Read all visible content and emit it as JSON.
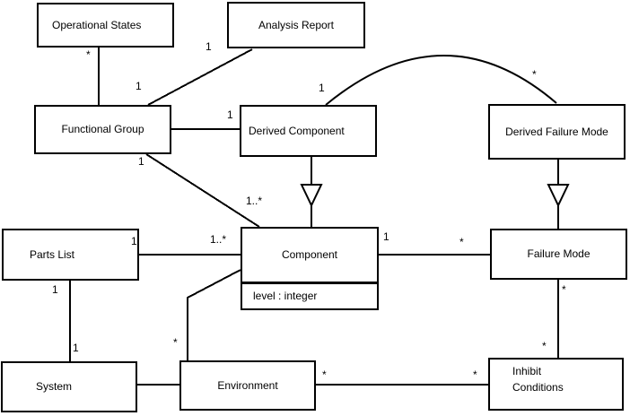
{
  "diagram": {
    "background": "#ffffff",
    "line_color": "#000000",
    "text_color": "#000000",
    "nodes": {
      "operational_states": {
        "label": "Operational States"
      },
      "analysis_report": {
        "label": "Analysis Report"
      },
      "functional_group": {
        "label": "Functional Group"
      },
      "derived_component": {
        "label": "Derived Component"
      },
      "derived_failure_mode": {
        "label": "Derived Failure Mode"
      },
      "parts_list": {
        "label": "Parts List"
      },
      "component": {
        "label": "Component",
        "attributes": [
          "level : integer"
        ]
      },
      "failure_mode": {
        "label": "Failure Mode"
      },
      "system": {
        "label": "System"
      },
      "environment": {
        "label": "Environment"
      },
      "inhibit_conditions": {
        "label": "Inhibit\nConditions"
      }
    },
    "multiplicities": {
      "os_fg__os_end": "*",
      "ar_fg__ar_end": "1",
      "ar_fg__fg_end": "1",
      "fg_dc__dc_end": "1",
      "fg_comp__fg_end": "1",
      "fg_comp__comp_end": "1..*",
      "dc_dfm__dc_end": "1",
      "dc_dfm__dfm_end": "*",
      "pl_comp__pl_end": "1",
      "pl_comp__comp_end": "1..*",
      "comp_fm__comp_end": "1",
      "comp_fm__fm_end": "*",
      "pl_sys__pl_end": "1",
      "pl_sys__sys_end": "1",
      "env_comp__env_end": "*",
      "env_ic__env_end": "*",
      "env_ic__ic_end": "*",
      "fm_ic__fm_end": "*",
      "fm_ic__ic_end": "*"
    },
    "associations": [
      {
        "from": "Operational States",
        "to": "Functional Group",
        "type": "association",
        "from_end": "*"
      },
      {
        "from": "Analysis Report",
        "to": "Functional Group",
        "type": "association",
        "from_end": "1",
        "to_end": "1"
      },
      {
        "from": "Functional Group",
        "to": "Derived Component",
        "type": "association",
        "to_end": "1"
      },
      {
        "from": "Functional Group",
        "to": "Component",
        "type": "association",
        "from_end": "1",
        "to_end": "1..*"
      },
      {
        "from": "Derived Component",
        "to": "Derived Failure Mode",
        "type": "association",
        "from_end": "1",
        "to_end": "*"
      },
      {
        "from": "Derived Component",
        "to": "Component",
        "type": "generalization"
      },
      {
        "from": "Derived Failure Mode",
        "to": "Failure Mode",
        "type": "generalization"
      },
      {
        "from": "Parts List",
        "to": "Component",
        "type": "association",
        "from_end": "1",
        "to_end": "1..*"
      },
      {
        "from": "Component",
        "to": "Failure Mode",
        "type": "association",
        "from_end": "1",
        "to_end": "*"
      },
      {
        "from": "Parts List",
        "to": "System",
        "type": "association",
        "from_end": "1",
        "to_end": "1"
      },
      {
        "from": "System",
        "to": "Environment",
        "type": "association"
      },
      {
        "from": "Environment",
        "to": "Component",
        "type": "association",
        "from_end": "*"
      },
      {
        "from": "Environment",
        "to": "Inhibit Conditions",
        "type": "association",
        "from_end": "*",
        "to_end": "*"
      },
      {
        "from": "Failure Mode",
        "to": "Inhibit Conditions",
        "type": "association",
        "from_end": "*",
        "to_end": "*"
      }
    ]
  }
}
